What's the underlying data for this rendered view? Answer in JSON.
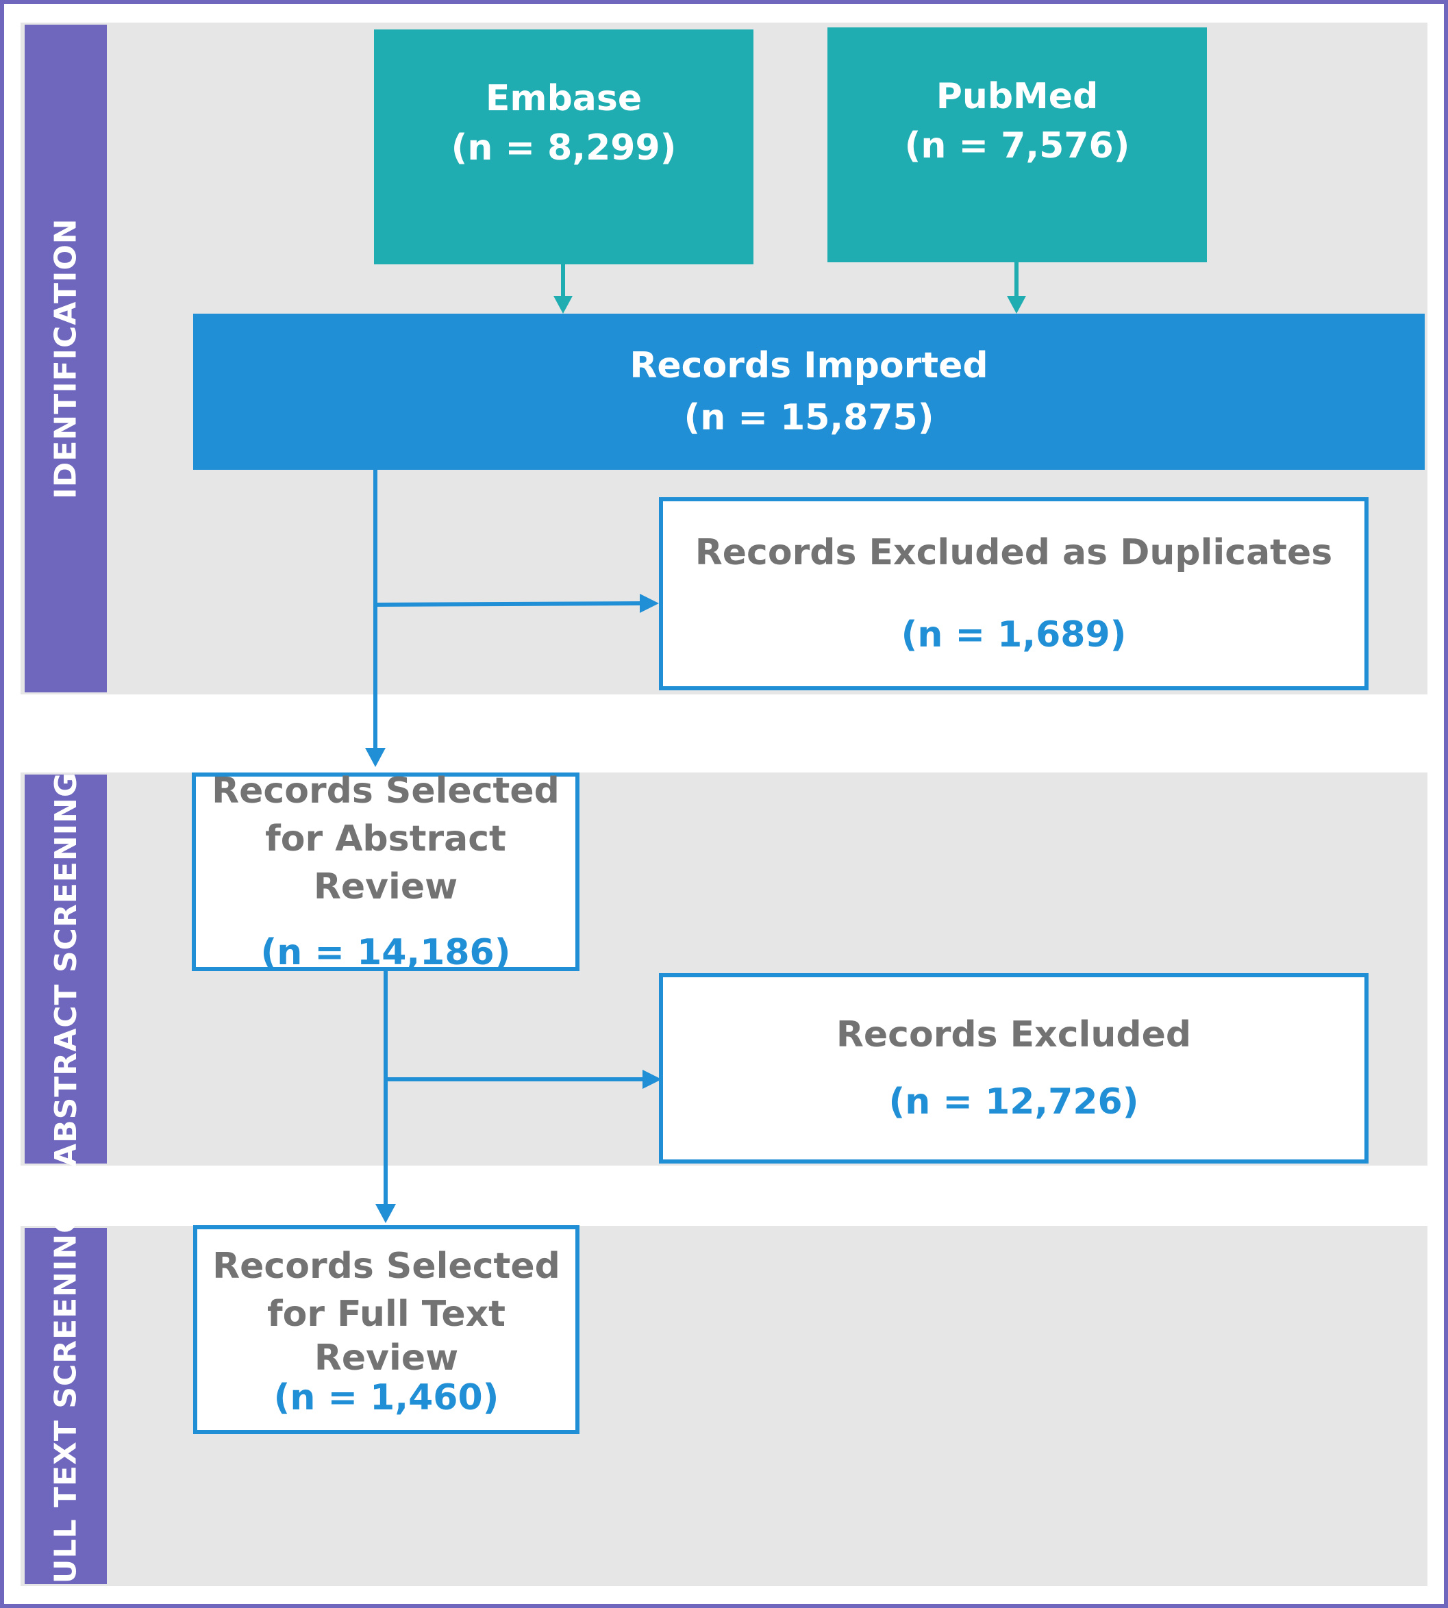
{
  "phases": {
    "identification": "IDENTIFICATION",
    "abstract_screening": "ABSTRACT SCREENING",
    "full_text_screening": "FULL TEXT SCREENING"
  },
  "sources": {
    "embase": {
      "name": "Embase",
      "count": "(n = 8,299)"
    },
    "pubmed": {
      "name": "PubMed",
      "count": "(n = 7,576)"
    }
  },
  "imported": {
    "label": "Records Imported",
    "count": "(n = 15,875)"
  },
  "duplicates": {
    "label": "Records Excluded as Duplicates",
    "count": "(n = 1,689)"
  },
  "abstract_review": {
    "line1": "Records Selected",
    "line2": "for Abstract Review",
    "count": "(n = 14,186)"
  },
  "excluded": {
    "label": "Records Excluded",
    "count": "(n = 12,726)"
  },
  "full_text_review": {
    "line1": "Records Selected",
    "line2": "for Full Text",
    "line3": "Review",
    "count": "(n = 1,460)"
  },
  "colors": {
    "phase_bar": "#6f67bd",
    "band": "#e6e6e6",
    "source_box": "#1fadb1",
    "imported_box": "#208fd6",
    "box_outline": "#208fd6",
    "label_text": "#737373",
    "count_text": "#208fd6"
  }
}
